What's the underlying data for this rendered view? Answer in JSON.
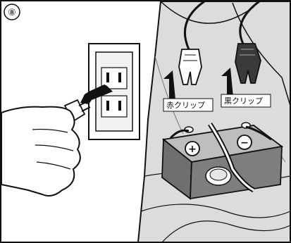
{
  "step_number": "⑧",
  "labels": {
    "red_clip": "赤クリップ",
    "black_clip": "黒クリップ"
  },
  "terminals": {
    "positive": "+",
    "negative": "−"
  },
  "colors": {
    "background": "#ffffff",
    "engine_bay_fill": "#dcdcdc",
    "outline": "#111111",
    "battery_fill": "#6f6f6f",
    "dark_parts": "#3a3a3a"
  },
  "icons": [
    "arrow-icon",
    "up-arrow-icon",
    "plug-icon",
    "outlet-icon",
    "clip-icon",
    "battery-icon",
    "hand-icon"
  ]
}
